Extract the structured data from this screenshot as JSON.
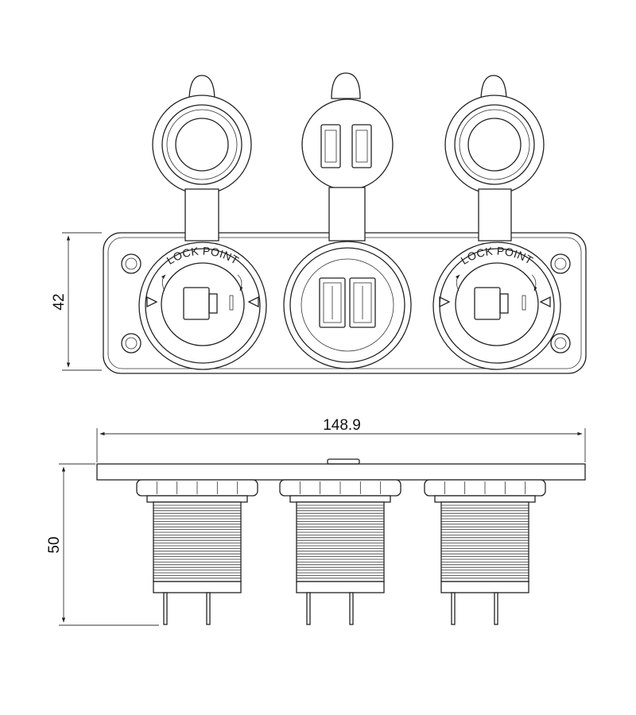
{
  "dimensions": {
    "height_front": "42",
    "width_side": "148.9",
    "height_side": "50"
  },
  "sockets": [
    {
      "type": "cigarette-lighter",
      "label": "LOCK POINT"
    },
    {
      "type": "dual-usb",
      "label": ""
    },
    {
      "type": "cigarette-lighter",
      "label": "LOCK POINT"
    }
  ],
  "colors": {
    "line": "#222222",
    "background": "#ffffff"
  }
}
